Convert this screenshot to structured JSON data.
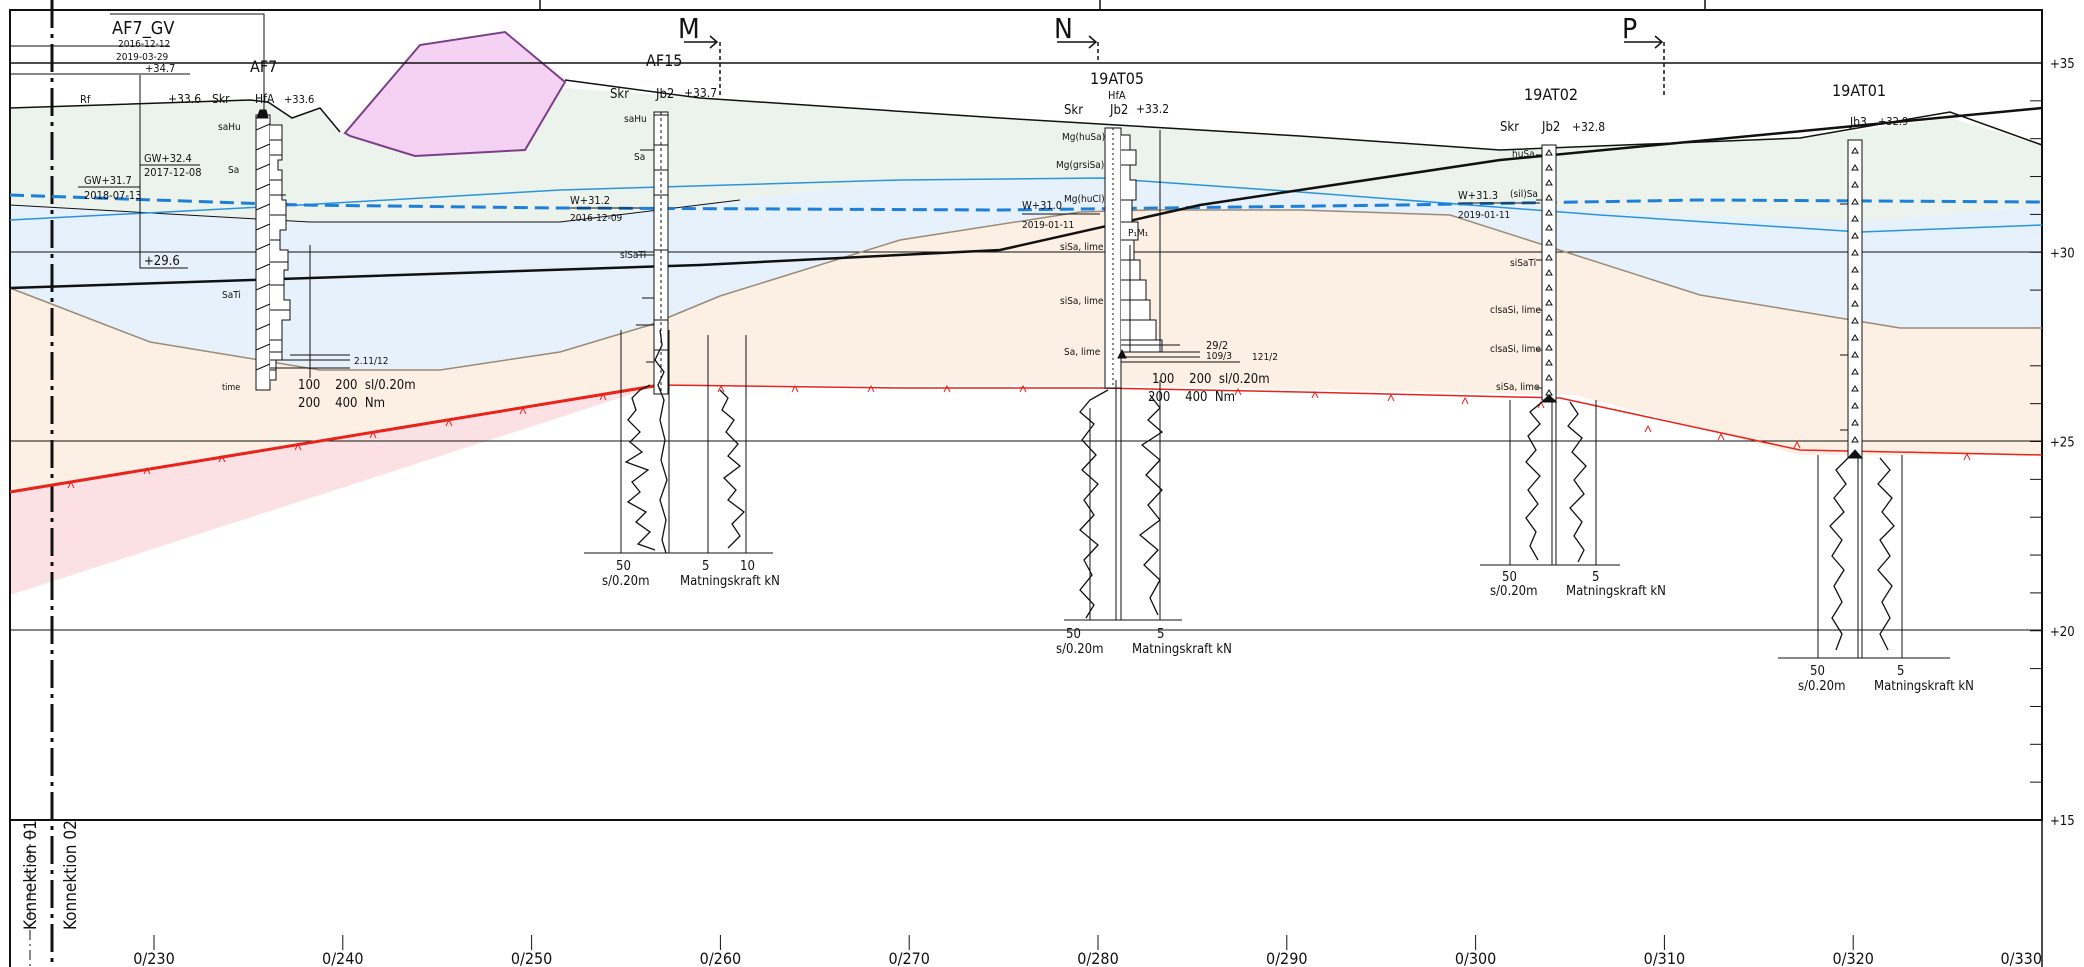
{
  "title_marks": {
    "m": "M",
    "n": "N",
    "p": "P"
  },
  "elevations": [
    {
      "value": 35,
      "label": "+35"
    },
    {
      "value": 30,
      "label": "+30"
    },
    {
      "value": 25,
      "label": "+25"
    },
    {
      "value": 20,
      "label": "+20"
    },
    {
      "value": 15,
      "label": "+15"
    }
  ],
  "chainages": [
    {
      "value": 230,
      "label": "0/230"
    },
    {
      "value": 240,
      "label": "0/240"
    },
    {
      "value": 250,
      "label": "0/250"
    },
    {
      "value": 260,
      "label": "0/260"
    },
    {
      "value": 270,
      "label": "0/270"
    },
    {
      "value": 280,
      "label": "0/280"
    },
    {
      "value": 290,
      "label": "0/290"
    },
    {
      "value": 300,
      "label": "0/300"
    },
    {
      "value": 310,
      "label": "0/310"
    },
    {
      "value": 320,
      "label": "0/320"
    },
    {
      "value": 330,
      "label": "0/330"
    }
  ],
  "connections": {
    "c1": "Konnektion 01",
    "c2": "Konnektion 02"
  },
  "af7gv": {
    "name": "AF7_GV",
    "date1": "2016-12-12",
    "date2": "2019-03-29",
    "level": "+34.7",
    "gw1_label": "GW+32.4",
    "gw1_date": "2017-12-08",
    "gw2_label": "GW+31.7",
    "gw2_date": "2018-07-13",
    "bottom_level": "+29.6"
  },
  "boreholes": {
    "af7": {
      "name": "AF7",
      "rf": "Rf",
      "level": "+33.6",
      "skr": "Skr",
      "method": "HfA",
      "level2": "+33.6",
      "layers": [
        "saHu",
        "Sa",
        "SaTi",
        "time"
      ],
      "side_value": "2.11/12",
      "scale_row1": "100    200  sl/0.20m",
      "scale_row2": "200    400  Nm"
    },
    "af15": {
      "name": "AF15",
      "skr": "Skr",
      "method": "Jb2",
      "level": "+33.7",
      "layers": [
        "saHu",
        "Sa",
        "siSaTi"
      ],
      "w_label": "W+31.2",
      "w_date": "2016-12-09",
      "scale_a": "50",
      "scale_a_unit": "s/0.20m",
      "scale_b1": "5",
      "scale_b2": "10",
      "scale_b_unit": "Matningskraft kN"
    },
    "at05": {
      "name": "19AT05",
      "method_top": "HfA",
      "skr": "Skr",
      "method": "Jb2",
      "level": "+33.2",
      "layers": [
        "Mg(huSa)",
        "Mg(grsiSa)",
        "Mg(huCl)",
        "siSa, lime",
        "siSa, lime",
        "Sa, lime"
      ],
      "w_label": "W+31.0",
      "w_date": "2019-01-11",
      "pm": "P₁M₁",
      "side_value1": "29/2",
      "side_value2": "109/3",
      "side_value3": "121/2",
      "scale_row1": "100    200  sl/0.20m",
      "scale_row2": "200    400  Nm",
      "scale_a": "50",
      "scale_a_unit": "s/0.20m",
      "scale_b": "5",
      "scale_b_unit": "Matningskraft kN"
    },
    "at02": {
      "name": "19AT02",
      "skr": "Skr",
      "method": "Jb2",
      "level": "+32.8",
      "layers": [
        "huSa",
        "(sil)Sa",
        "siSaTi",
        "clsaSi, lime",
        "clsaSi, lime",
        "siSa, lime"
      ],
      "w_label": "W+31.3",
      "w_date": "2019-01-11",
      "scale_a": "50",
      "scale_a_unit": "s/0.20m",
      "scale_b": "5",
      "scale_b_unit": "Matningskraft kN"
    },
    "at01": {
      "name": "19AT01",
      "method": "Jb3",
      "level": "+32.9",
      "scale_a": "50",
      "scale_a_unit": "s/0.20m",
      "scale_b": "5",
      "scale_b_unit": "Matningskraft kN"
    }
  },
  "colors": {
    "clay_green": "#ecf3ec",
    "water_blue": "#e6f1fb",
    "sand_peach": "#fcefe3",
    "rock_pink": "#fbe1e4",
    "fill_magenta": "#f5d2f3",
    "rock_line": "#e8231b",
    "groundwater": "#1e7fd8",
    "water_line": "#2a94dc"
  }
}
